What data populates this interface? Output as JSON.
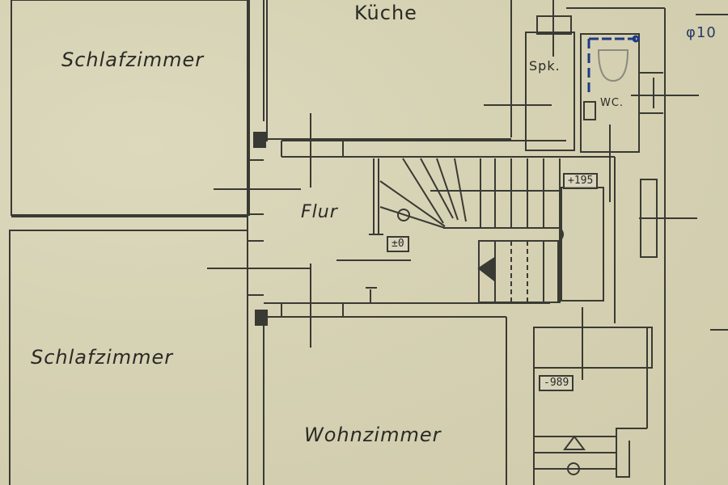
{
  "plan": {
    "colors": {
      "paper": "#d6d2b4",
      "ink": "#3a3a34",
      "blue_ink": "#1f3a8a"
    },
    "rooms": {
      "bedroom_top": "Schlafzimmer",
      "kitchen": "Küche",
      "pantry": "Spk.",
      "wc": "WC.",
      "hall": "Flur",
      "bedroom_bottom": "Schlafzimmer",
      "living": "Wohnzimmer"
    },
    "levels": {
      "hall": "±0",
      "landing": "+195",
      "basement": "-989"
    },
    "annotation": "φ10"
  }
}
